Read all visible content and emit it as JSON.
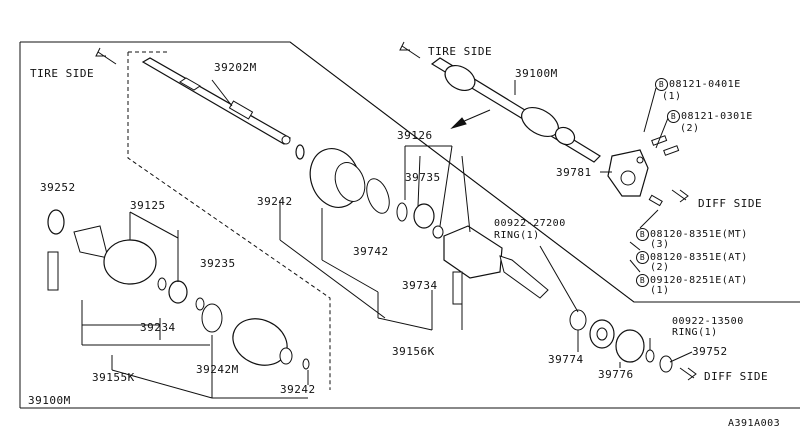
{
  "figure_id": "A391A003",
  "direction_labels": {
    "tire_side_left": "TIRE SIDE",
    "tire_side_right": "TIRE SIDE",
    "diff_side_upper": "DIFF SIDE",
    "diff_side_lower": "DIFF SIDE"
  },
  "parts": {
    "p39202m": "39202M",
    "p39100m_top": "39100M",
    "p39126": "39126",
    "p39252": "39252",
    "p39125": "39125",
    "p39735": "39735",
    "p39242_upper": "39242",
    "p39235": "39235",
    "p39742": "39742",
    "p39734": "39734",
    "p39234": "39234",
    "p39156k": "39156K",
    "p39242m": "39242M",
    "p39155k": "39155K",
    "p39242_lower": "39242",
    "p39100m_bottom": "39100M",
    "p39781": "39781",
    "p39774": "39774",
    "p39776": "39776",
    "p39752": "39752"
  },
  "callouts": {
    "b1_code": "08121-0401E",
    "b1_qty": "(1)",
    "b2_code": "08121-0301E",
    "b2_qty": "(2)",
    "b3_code": "08120-8351E(MT)",
    "b3_qty": "(3)",
    "b4_code": "08120-8351E(AT)",
    "b4_qty": "(2)",
    "b5_code": "09120-8251E(AT)",
    "b5_qty": "(1)",
    "ring1_code": "00922-27200",
    "ring1_label": "RING(1)",
    "ring2_code": "00922-13500",
    "ring2_label": "RING(1)",
    "b_symbol": "B"
  }
}
